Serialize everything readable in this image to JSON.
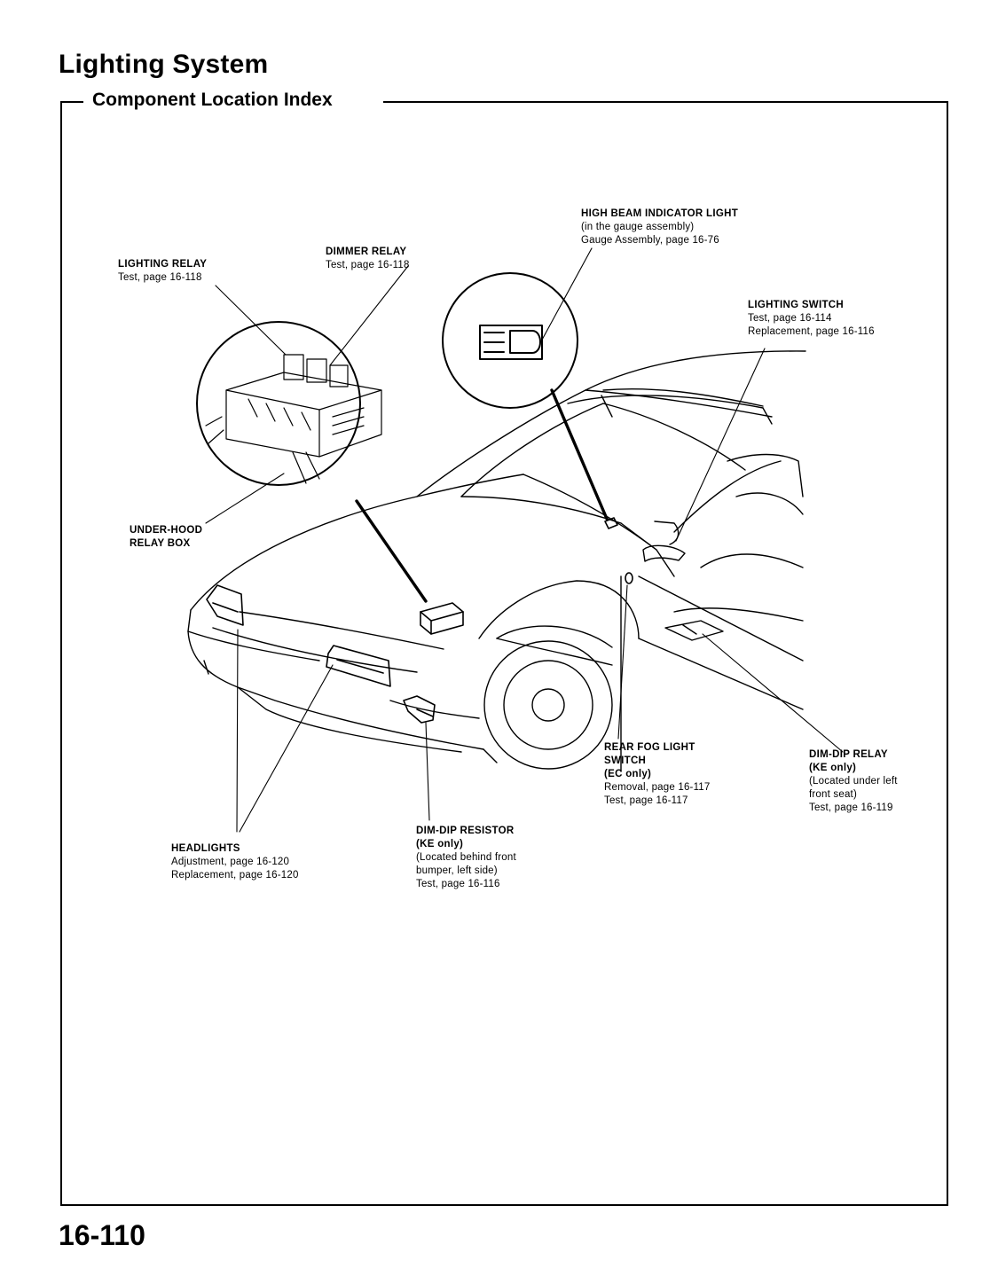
{
  "page": {
    "title": "Lighting System",
    "section_title": "Component Location Index",
    "page_number": "16-110"
  },
  "labels": {
    "lighting_relay": {
      "heading": "LIGHTING RELAY",
      "lines": [
        "Test, page 16-118"
      ]
    },
    "dimmer_relay": {
      "heading": "DIMMER RELAY",
      "lines": [
        "Test, page 16-118"
      ]
    },
    "high_beam": {
      "heading": "HIGH BEAM INDICATOR LIGHT",
      "lines": [
        "(in the gauge assembly)",
        "Gauge Assembly, page 16-76"
      ]
    },
    "lighting_switch": {
      "heading": "LIGHTING SWITCH",
      "lines": [
        "Test, page 16-114",
        "Replacement, page 16-116"
      ]
    },
    "under_hood": {
      "heading_lines": [
        "UNDER-HOOD",
        "RELAY BOX"
      ]
    },
    "rear_fog": {
      "heading_lines": [
        "REAR FOG LIGHT",
        "SWITCH"
      ],
      "lines": [
        "(EC only)",
        "Removal, page 16-117",
        "Test, page 16-117"
      ]
    },
    "dim_dip_relay": {
      "heading": "DIM-DIP RELAY",
      "lines": [
        "(KE only)",
        "(Located under left",
        "front seat)",
        "Test, page 16-119"
      ]
    },
    "headlights": {
      "heading": "HEADLIGHTS",
      "lines": [
        "Adjustment, page 16-120",
        "Replacement, page 16-120"
      ]
    },
    "dim_dip_resistor": {
      "heading": "DIM-DIP RESISTOR",
      "lines": [
        "(KE only)",
        "(Located behind front",
        "bumper, left side)",
        "Test, page 16-116"
      ]
    }
  },
  "colors": {
    "ink": "#000000",
    "paper": "#ffffff"
  }
}
